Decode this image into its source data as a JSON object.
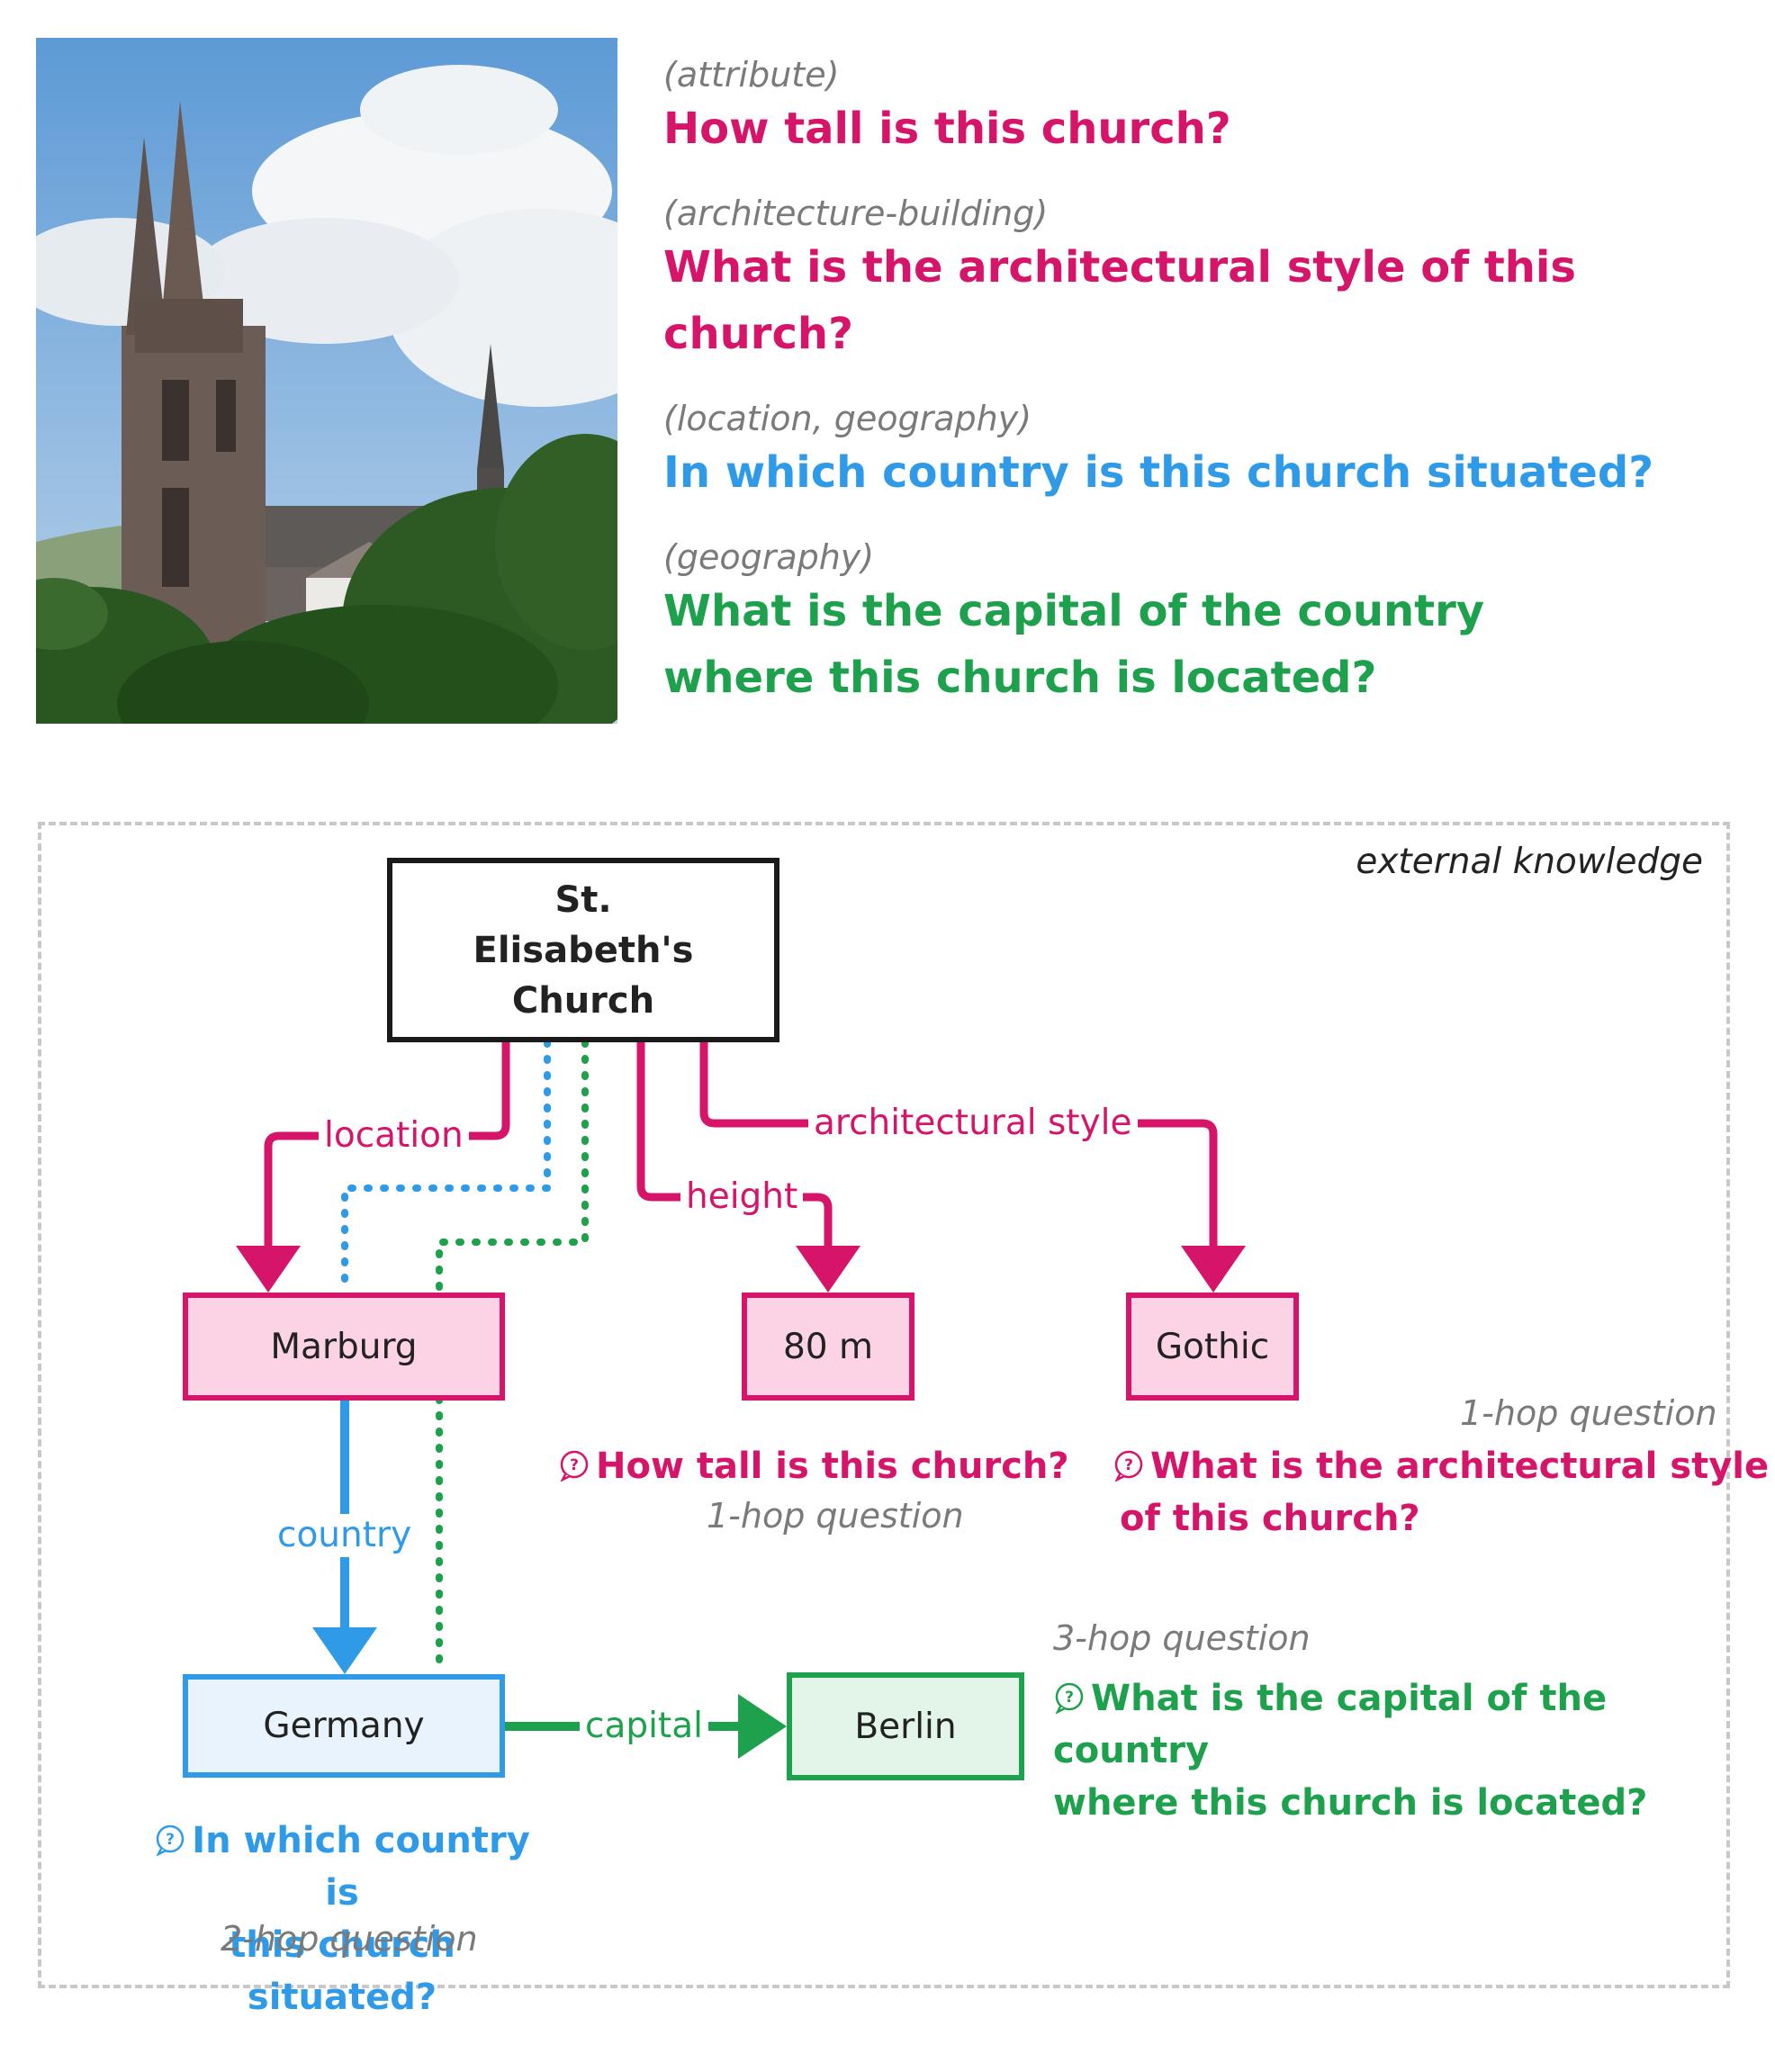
{
  "top_questions": [
    {
      "category": "(attribute)",
      "question": "How tall is this church?",
      "color": "#d6146a"
    },
    {
      "category": "(architecture-building)",
      "question": "What is the architectural style of this church?",
      "color": "#d6146a"
    },
    {
      "category": "(location, geography)",
      "question": "In which country is this church situated?",
      "color": "#2f9be8"
    },
    {
      "category": "(geography)",
      "question": "What is the capital of the country where this church is located?",
      "color": "#1ea14c"
    }
  ],
  "graph": {
    "frame_label": "external knowledge",
    "root": "St. Elisabeth's Church",
    "nodes": {
      "marburg": "Marburg",
      "height_value": "80 m",
      "gothic": "Gothic",
      "germany": "Germany",
      "berlin": "Berlin"
    },
    "edges": {
      "location": "location",
      "height": "height",
      "architectural_style": "architectural style",
      "country": "country",
      "capital": "capital"
    },
    "questions": {
      "height": {
        "text": "How tall is this church?",
        "hop": "1-hop question"
      },
      "style": {
        "line1": "What is the architectural style",
        "line2": "of this church?",
        "hop": "1-hop question"
      },
      "country": {
        "line1": "In which country is",
        "line2": "this church situated?",
        "hop": "2-hop question"
      },
      "capital": {
        "line1": "What is the capital of the country",
        "line2": "where this church is located?",
        "hop": "3-hop question"
      }
    }
  },
  "colors": {
    "pink": "#d6146a",
    "blue": "#2f9be8",
    "green": "#1ea14c",
    "gray": "#7a7a7a"
  }
}
